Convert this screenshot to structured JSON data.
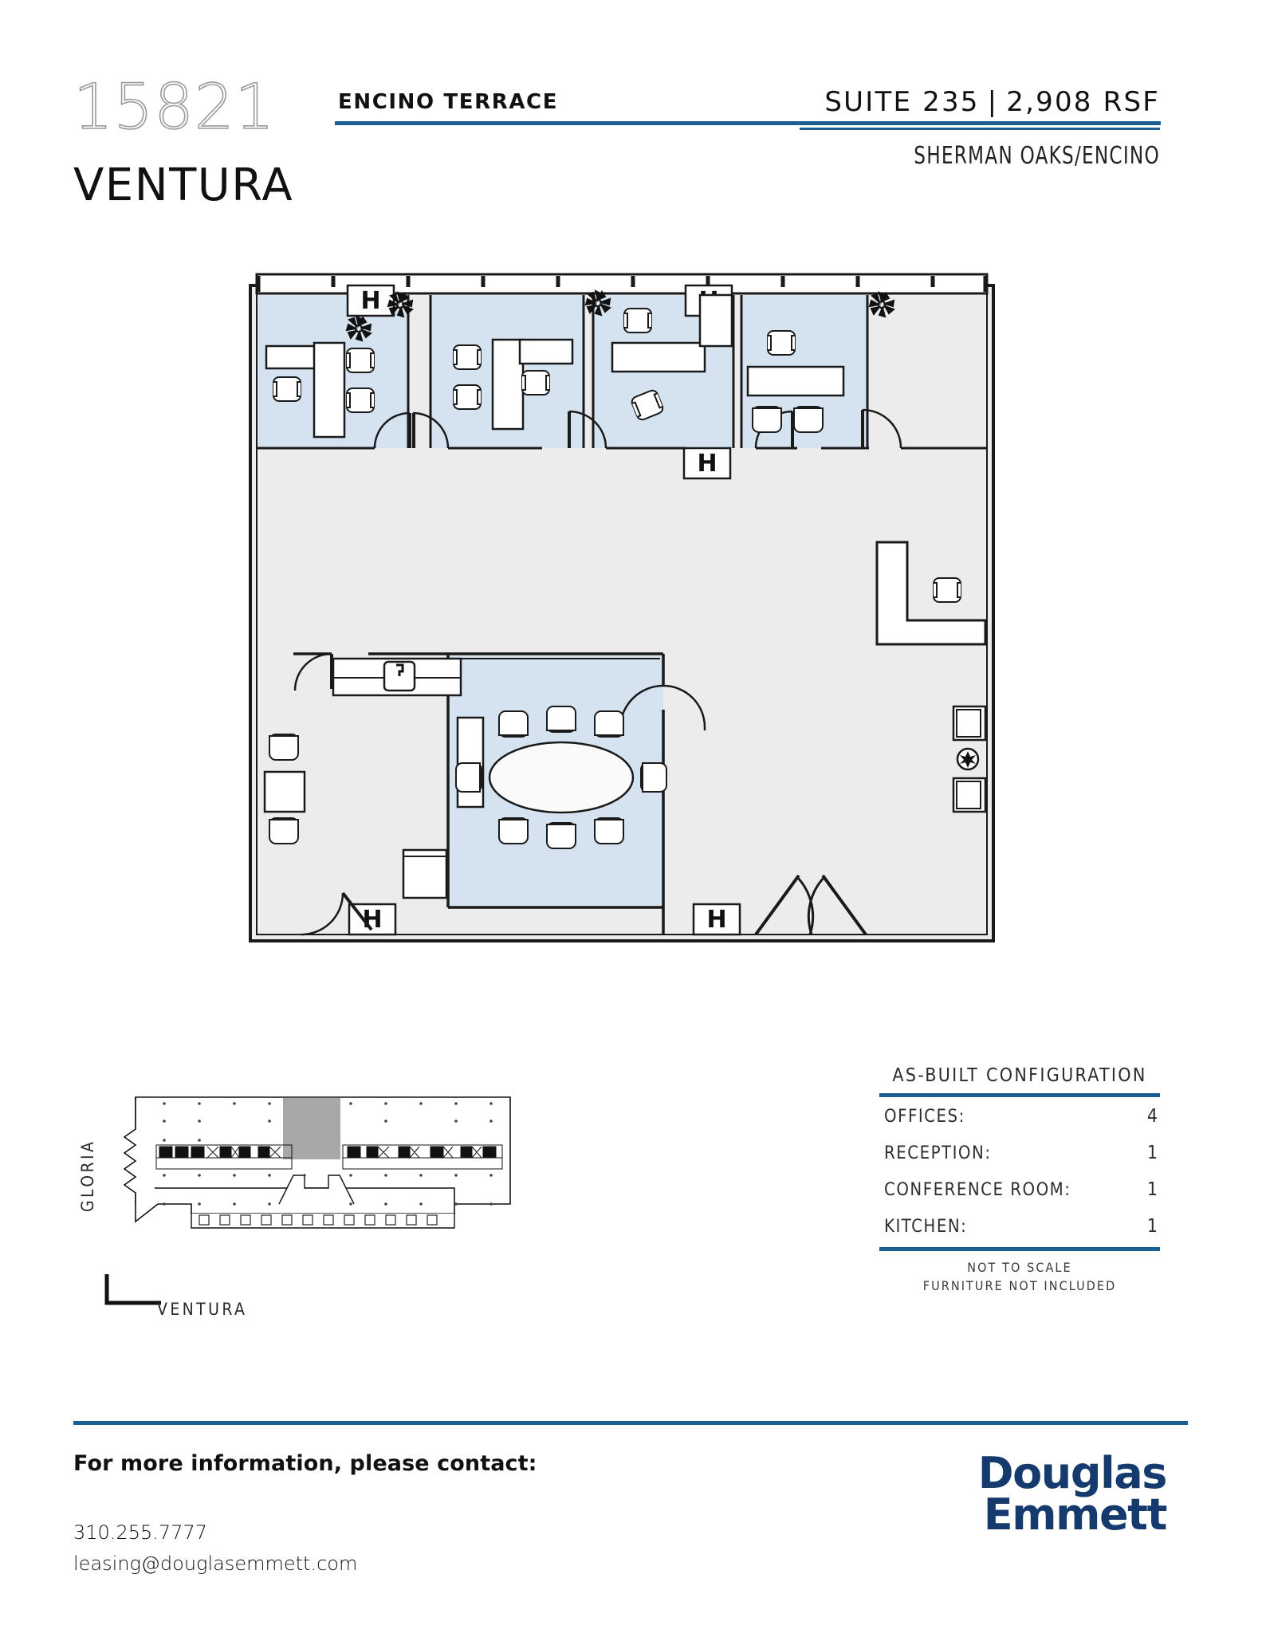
{
  "header": {
    "address_number": "15821",
    "address_street": "VENTURA",
    "building_name": "ENCINO TERRACE",
    "suite": "SUITE 235",
    "separator": "|",
    "rsf": "2,908 RSF",
    "submarket": "SHERMAN OAKS/ENCINO"
  },
  "floorplan": {
    "fill_office": "#d5e3f1",
    "fill_common": "#ececec",
    "line_color": "#1a1a1a",
    "window_marker": "H"
  },
  "keyplan": {
    "street_vertical": "GLORIA",
    "street_horizontal": "VENTURA",
    "highlight_color": "#a8a8a8"
  },
  "configuration": {
    "title": "AS-BUILT CONFIGURATION",
    "rows": [
      {
        "label": "OFFICES:",
        "value": "4"
      },
      {
        "label": "RECEPTION:",
        "value": "1"
      },
      {
        "label": "CONFERENCE ROOM:",
        "value": "1"
      },
      {
        "label": "KITCHEN:",
        "value": "1"
      }
    ],
    "note_line1": "NOT TO SCALE",
    "note_line2": "FURNITURE NOT INCLUDED"
  },
  "footer": {
    "contact_heading": "For more information, please contact:",
    "phone": "310.255.7777",
    "email": "leasing@douglasemmett.com",
    "logo_line1": "Douglas",
    "logo_line2": "Emmett",
    "accent_color": "#1c5d92",
    "logo_color": "#153a6e"
  }
}
